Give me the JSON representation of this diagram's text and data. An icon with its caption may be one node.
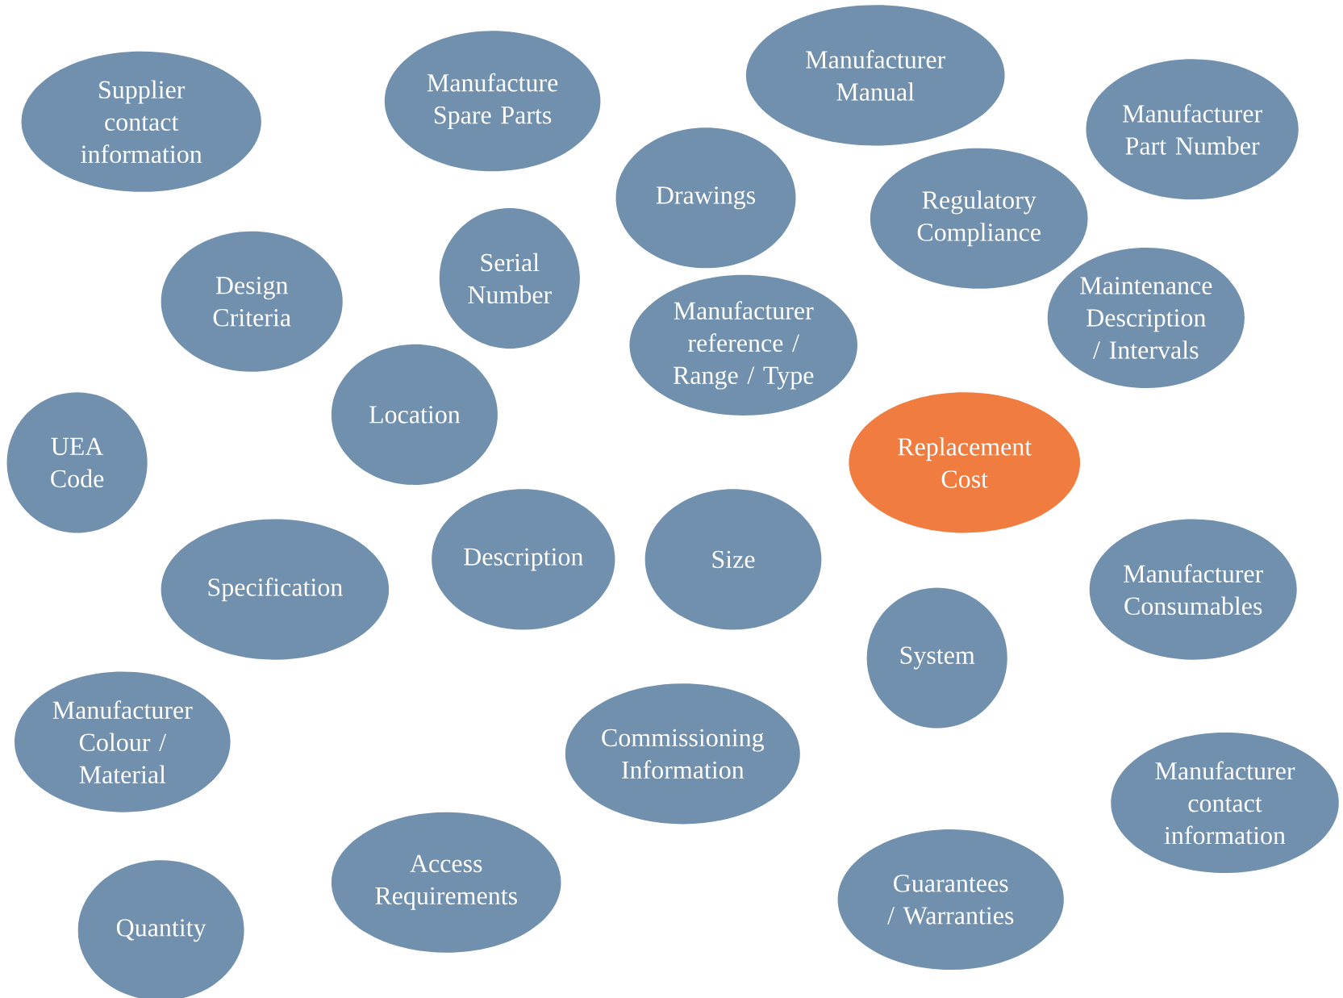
{
  "diagram": {
    "nodes": [
      {
        "text": [
          "Supplier contact information"
        ]
      },
      {
        "text": [
          "Manufacture Spare Parts"
        ]
      },
      {
        "text": [
          "Manufacturer Manual"
        ]
      },
      {
        "text": [
          "Manufacturer Part Number"
        ]
      },
      {
        "text": [
          "Drawings"
        ]
      },
      {
        "text": [
          "Regulatory Compliance"
        ]
      },
      {
        "text": [
          "Design Criteria"
        ]
      },
      {
        "text": [
          "Serial Number"
        ]
      },
      {
        "text": [
          "Maintenance Description / Intervals"
        ]
      },
      {
        "text": [
          "Manufacturer reference / Range / Type"
        ]
      },
      {
        "text": [
          "Location"
        ]
      },
      {
        "text": [
          "UEA Code"
        ]
      },
      {
        "text": [
          "Replacement Cost"
        ]
      },
      {
        "text": [
          "Specification"
        ]
      },
      {
        "text": [
          "Description"
        ]
      },
      {
        "text": [
          "Size"
        ]
      },
      {
        "text": [
          "Manufacturer Consumables"
        ]
      },
      {
        "text": [
          "System"
        ]
      },
      {
        "text": [
          "Manufacturer Colour / Material"
        ]
      },
      {
        "text": [
          "Commissioning Information"
        ]
      },
      {
        "text": [
          "Manufacturer contact information"
        ]
      },
      {
        "text": [
          "Access Requirements"
        ]
      },
      {
        "text": [
          "Guarantees / Warranties"
        ]
      },
      {
        "text": [
          "Quantity"
        ]
      }
    ]
  }
}
